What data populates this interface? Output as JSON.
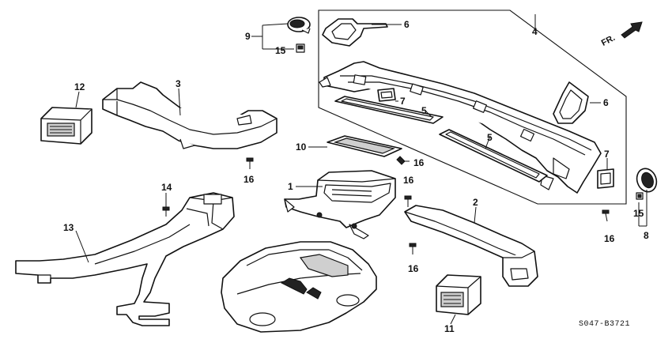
{
  "diagram": {
    "code": "S047-B3721",
    "direction_label": "FR.",
    "callouts": {
      "c1": "1",
      "c2": "2",
      "c3": "3",
      "c4": "4",
      "c5a": "5",
      "c5b": "5",
      "c6a": "6",
      "c6b": "6",
      "c7a": "7",
      "c7b": "7",
      "c8": "8",
      "c9": "9",
      "c10": "10",
      "c11": "11",
      "c12": "12",
      "c13": "13",
      "c14": "14",
      "c15a": "15",
      "c15b": "15",
      "c16a": "16",
      "c16b": "16",
      "c16c": "16",
      "c16d": "16",
      "c16e": "16"
    }
  }
}
